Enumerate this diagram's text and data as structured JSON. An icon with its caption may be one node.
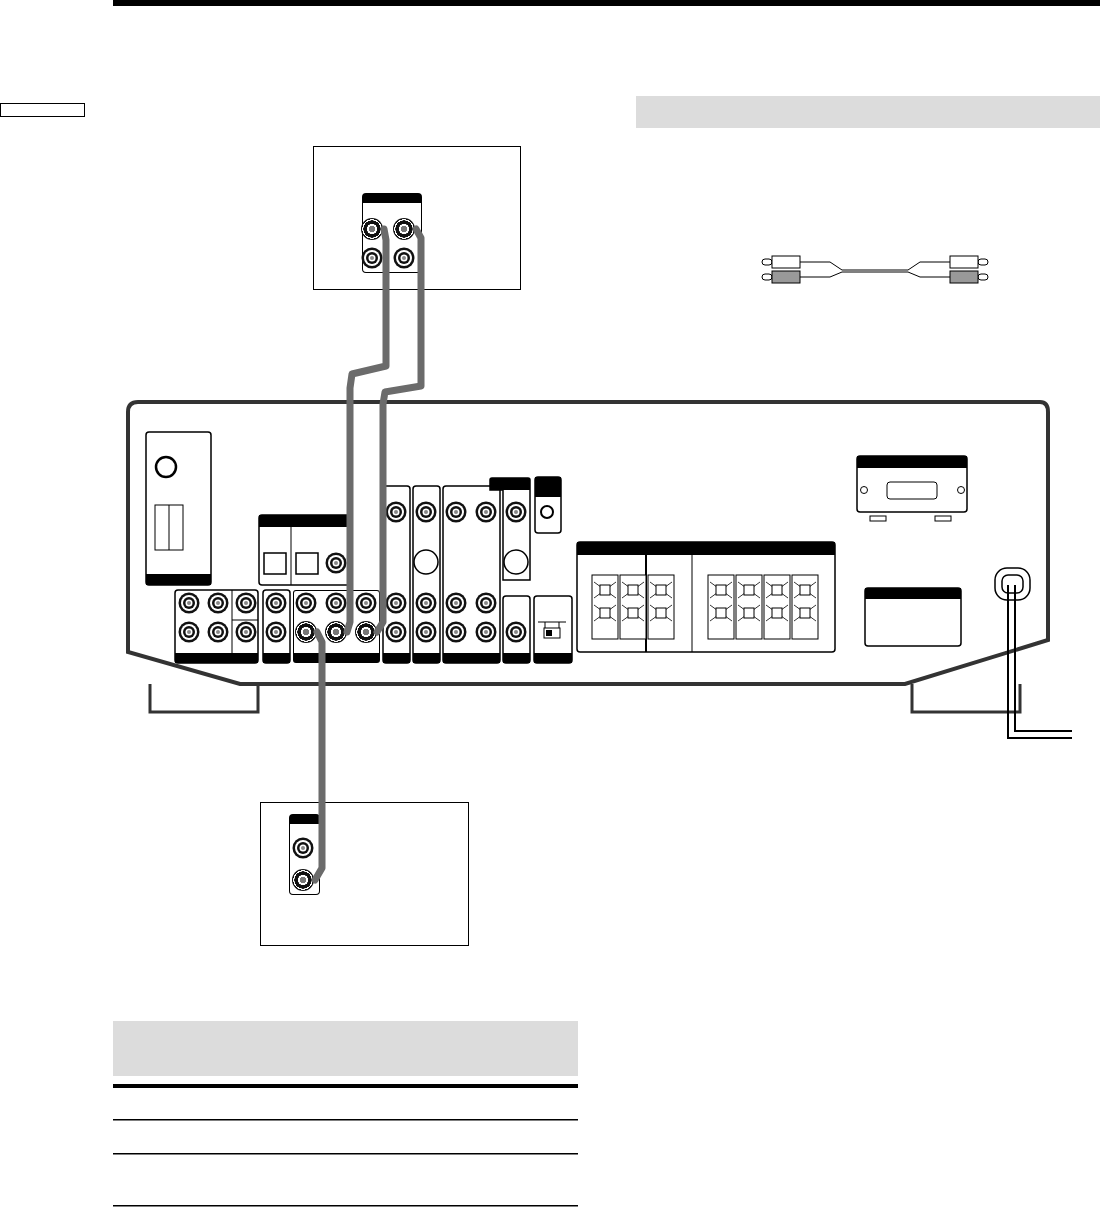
{
  "diagram": {
    "nodes": [
      {
        "text": [],
        "shape": "box"
      },
      {
        "text": [],
        "shape": "box",
        "in": 0
      },
      {
        "text": [],
        "shape": "circle",
        "in": 1
      },
      {
        "text": [],
        "shape": "circle",
        "in": 1
      },
      {
        "text": [],
        "shape": "box"
      },
      {
        "text": [],
        "shape": "box",
        "in": 4
      },
      {
        "text": [],
        "shape": "circle",
        "in": 5
      },
      {
        "text": [],
        "shape": "circle",
        "in": 5
      },
      {
        "text": [],
        "shape": "circle",
        "in": 5
      },
      {
        "text": [],
        "shape": "box"
      },
      {
        "text": [],
        "shape": "box",
        "in": 9
      },
      {
        "text": [],
        "shape": "circle",
        "in": 10
      },
      {
        "text": [],
        "shape": "box"
      },
      {
        "text": [],
        "shape": "box"
      },
      {
        "text": [],
        "shape": "box"
      }
    ],
    "edges": [
      {
        "from": 2,
        "to": 7,
        "arrow": "none"
      },
      {
        "from": 3,
        "to": 8,
        "arrow": "none"
      },
      {
        "from": 6,
        "to": 11,
        "arrow": "none"
      }
    ]
  }
}
